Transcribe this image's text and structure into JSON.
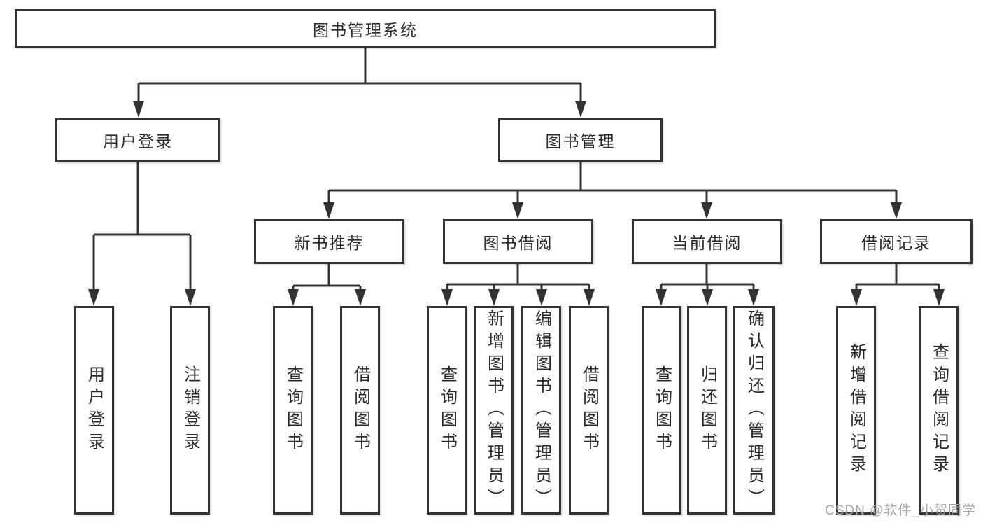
{
  "page": {
    "background": "#ffffff"
  },
  "colors": {
    "line": "#333333",
    "box_border": "#333333",
    "text": "#2b2b2b",
    "watermark": "#a8a8a8"
  },
  "tree": {
    "root": "图书管理系统",
    "user_login": {
      "label": "用户登录",
      "children": [
        "用户登录",
        "注销登录"
      ]
    },
    "book_management": {
      "label": "图书管理",
      "sections": [
        {
          "label": "新书推荐",
          "children": [
            "查询图书",
            "借阅图书"
          ]
        },
        {
          "label": "图书借阅",
          "children": [
            "查询图书",
            "新增图书（管理员）",
            "编辑图书（管理员）",
            "借阅图书"
          ]
        },
        {
          "label": "当前借阅",
          "children": [
            "查询图书",
            "归还图书",
            "确认归还（管理员）"
          ]
        },
        {
          "label": "借阅记录",
          "children": [
            "新增借阅记录",
            "查询借阅记录"
          ]
        }
      ]
    }
  },
  "watermark": "CSDN @软件_小贺同学"
}
